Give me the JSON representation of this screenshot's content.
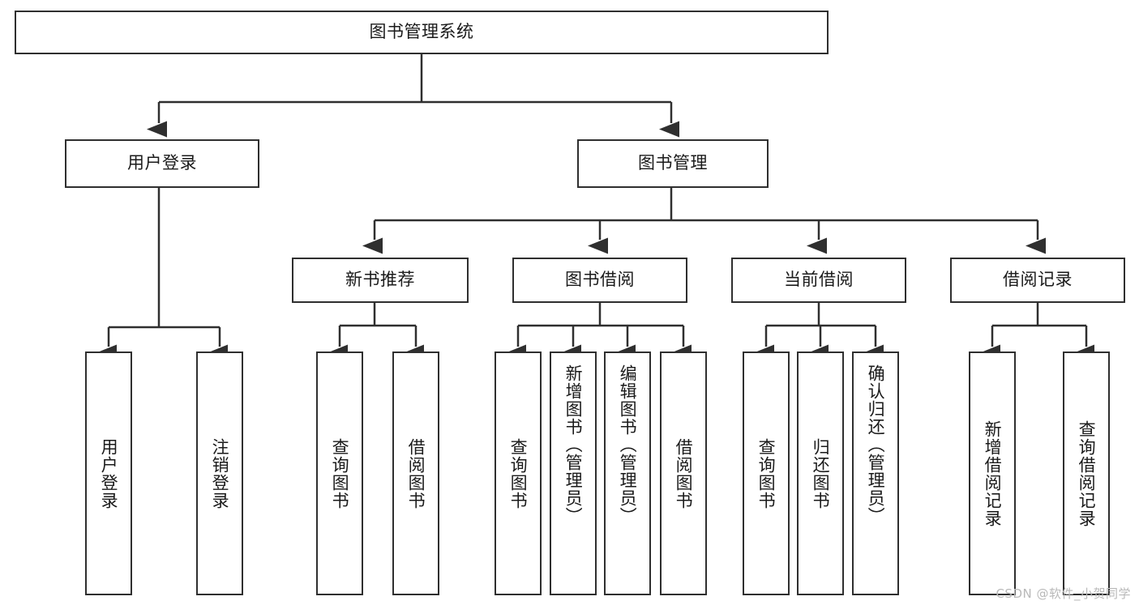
{
  "diagram": {
    "type": "tree-hierarchy",
    "title": "图书管理系统",
    "root": {
      "label": "图书管理系统"
    },
    "level2": [
      {
        "label": "用户登录"
      },
      {
        "label": "图书管理"
      }
    ],
    "level3": [
      {
        "label": "新书推荐"
      },
      {
        "label": "图书借阅"
      },
      {
        "label": "当前借阅"
      },
      {
        "label": "借阅记录"
      }
    ],
    "leaves": {
      "user_login": [
        {
          "label": "用户登录"
        },
        {
          "label": "注销登录"
        }
      ],
      "new_book_recommend": [
        {
          "label": "查询图书"
        },
        {
          "label": "借阅图书"
        }
      ],
      "book_borrow": [
        {
          "label": "查询图书"
        },
        {
          "label": "新增图书（管理员）"
        },
        {
          "label": "编辑图书（管理员）"
        },
        {
          "label": "借阅图书"
        }
      ],
      "current_borrow": [
        {
          "label": "查询图书"
        },
        {
          "label": "归还图书"
        },
        {
          "label": "确认归还（管理员）"
        }
      ],
      "borrow_record": [
        {
          "label": "新增借阅记录"
        },
        {
          "label": "查询借阅记录"
        }
      ]
    },
    "colors": {
      "stroke": "#2f2f2f",
      "background": "#ffffff",
      "text": "#1a1a1a",
      "watermark": "#b9b9b9"
    }
  },
  "watermark": {
    "text": "CSDN @软件_小贺同学"
  }
}
